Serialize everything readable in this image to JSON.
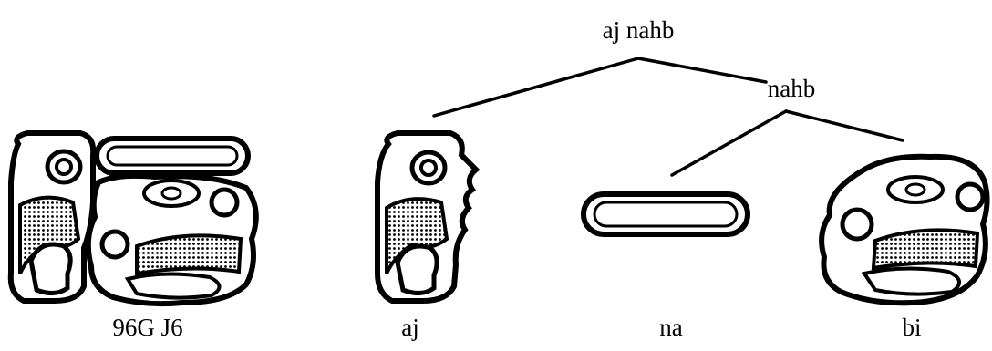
{
  "tree": {
    "root_label": "aj nahb",
    "node_label": "nahb"
  },
  "glyphs": {
    "full_label": "96G J6",
    "aj_label": "aj",
    "na_label": "na",
    "bi_label": "bi"
  },
  "colors": {
    "ink": "#000000",
    "paper": "#ffffff",
    "stipple": "#7a7a7a"
  }
}
